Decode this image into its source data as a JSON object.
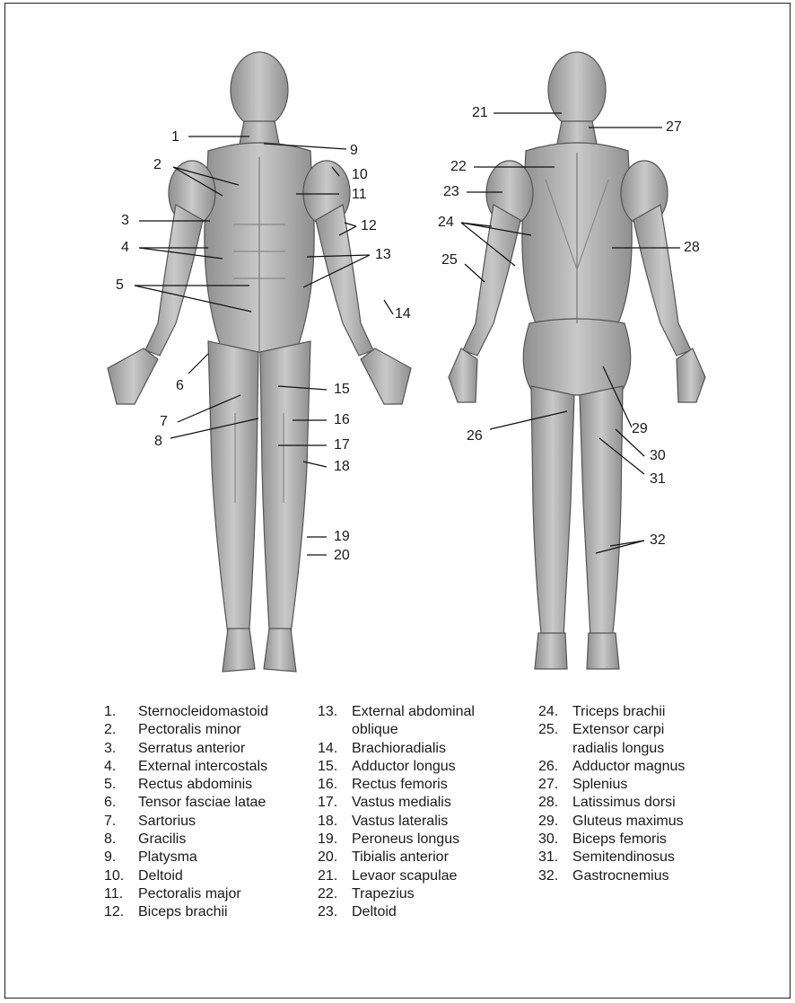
{
  "callouts": [
    "1",
    "2",
    "3",
    "4",
    "5",
    "6",
    "7",
    "8",
    "9",
    "10",
    "11",
    "12",
    "13",
    "14",
    "15",
    "16",
    "17",
    "18",
    "19",
    "20",
    "21",
    "22",
    "23",
    "24",
    "25",
    "26",
    "27",
    "28",
    "29",
    "30",
    "31",
    "32"
  ],
  "legend": [
    [
      {
        "num": "1.",
        "label": "Sternocleidomastoid"
      },
      {
        "num": "2.",
        "label": "Pectoralis minor"
      },
      {
        "num": "3.",
        "label": "Serratus anterior"
      },
      {
        "num": "4.",
        "label": "External intercostals"
      },
      {
        "num": "5.",
        "label": "Rectus abdominis"
      },
      {
        "num": "6.",
        "label": "Tensor fasciae latae"
      },
      {
        "num": "7.",
        "label": "Sartorius"
      },
      {
        "num": "8.",
        "label": "Gracilis"
      },
      {
        "num": "9.",
        "label": "Platysma"
      },
      {
        "num": "10.",
        "label": "Deltoid"
      },
      {
        "num": "11.",
        "label": "Pectoralis major"
      },
      {
        "num": "12.",
        "label": "Biceps brachii"
      }
    ],
    [
      {
        "num": "13.",
        "label": "External abdominal"
      },
      {
        "num": "",
        "label": "oblique"
      },
      {
        "num": "14.",
        "label": "Brachioradialis"
      },
      {
        "num": "15.",
        "label": "Adductor longus"
      },
      {
        "num": "16.",
        "label": "Rectus femoris"
      },
      {
        "num": "17.",
        "label": "Vastus medialis"
      },
      {
        "num": "18.",
        "label": "Vastus lateralis"
      },
      {
        "num": "19.",
        "label": "Peroneus longus"
      },
      {
        "num": "20.",
        "label": "Tibialis anterior"
      },
      {
        "num": "21.",
        "label": "Levaor scapulae"
      },
      {
        "num": "22.",
        "label": "Trapezius"
      },
      {
        "num": "23.",
        "label": "Deltoid"
      }
    ],
    [
      {
        "num": "24.",
        "label": "Triceps brachii"
      },
      {
        "num": "25.",
        "label": "Extensor carpi"
      },
      {
        "num": "",
        "label": "radialis longus"
      },
      {
        "num": "26.",
        "label": "Adductor magnus"
      },
      {
        "num": "27.",
        "label": "Splenius"
      },
      {
        "num": "28.",
        "label": "Latissimus dorsi"
      },
      {
        "num": "29.",
        "label": "Gluteus maximus"
      },
      {
        "num": "30.",
        "label": "Biceps femoris"
      },
      {
        "num": "31.",
        "label": "Semitendinosus"
      },
      {
        "num": "32.",
        "label": "Gastrocnemius"
      }
    ]
  ]
}
